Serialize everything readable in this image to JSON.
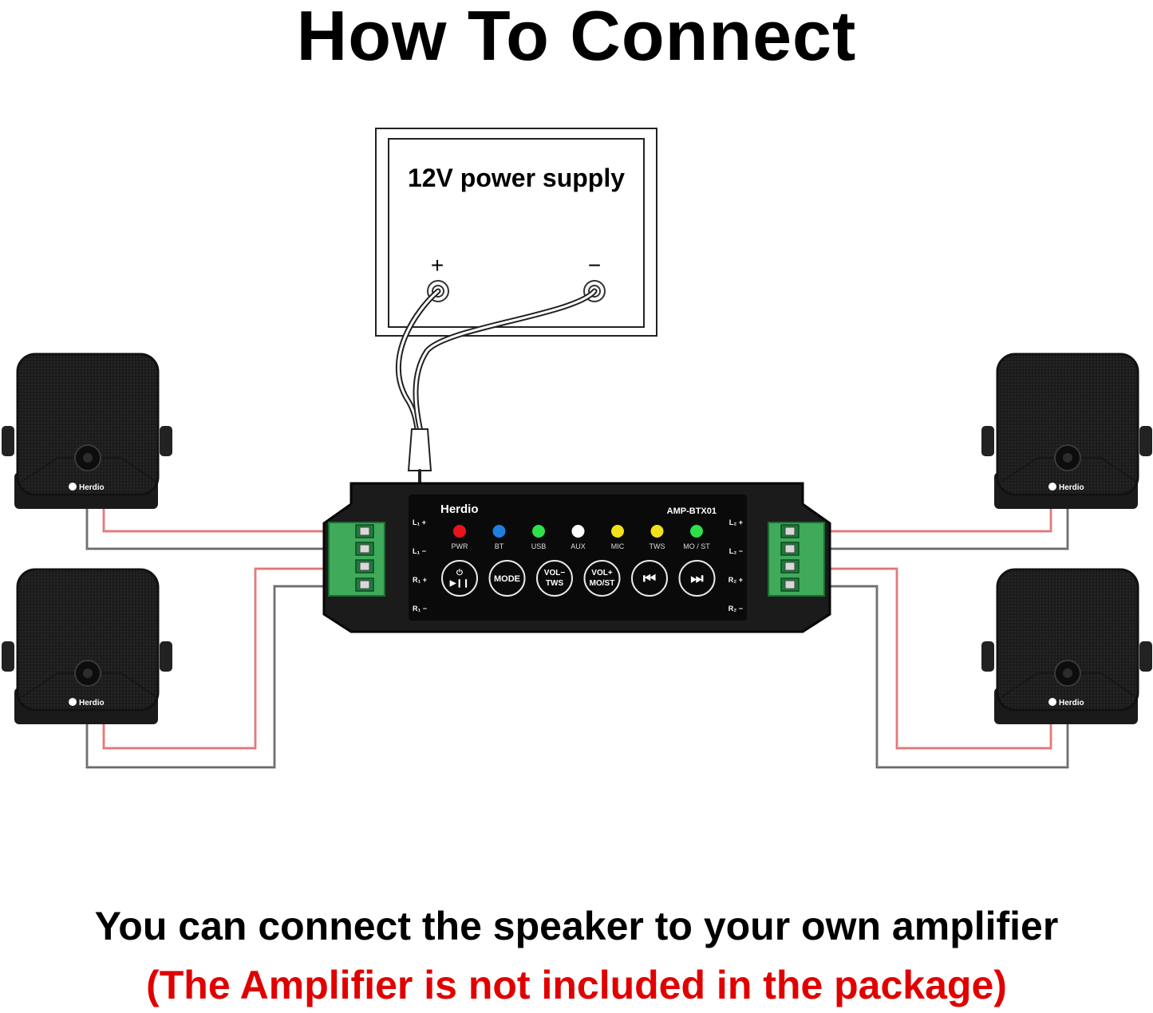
{
  "title": "How To Connect",
  "power_supply": {
    "label": "12V power supply",
    "plus": "+",
    "minus": "−"
  },
  "amplifier": {
    "brand": "Herdio",
    "model": "AMP-BTX01",
    "indicators": [
      {
        "label": "PWR",
        "color": "#e8141c"
      },
      {
        "label": "BT",
        "color": "#1f7fe0"
      },
      {
        "label": "USB",
        "color": "#2ee04a"
      },
      {
        "label": "AUX",
        "color": "#ffffff"
      },
      {
        "label": "MIC",
        "color": "#f2e01a"
      },
      {
        "label": "TWS",
        "color": "#f2e01a"
      },
      {
        "label": "MO / ST",
        "color": "#2ee04a"
      }
    ],
    "buttons": [
      {
        "line1": "⏻",
        "line2": "▶❙❙"
      },
      {
        "line1": "MODE",
        "line2": ""
      },
      {
        "line1": "VOL−",
        "line2": "TWS"
      },
      {
        "line1": "VOL+",
        "line2": "MO/ST"
      },
      {
        "line1": "⏮",
        "line2": ""
      },
      {
        "line1": "⏭",
        "line2": ""
      }
    ],
    "left_terminals": [
      "L₁ +",
      "L₁ −",
      "R₁ +",
      "R₁ −"
    ],
    "right_terminals": [
      "L₂ +",
      "L₂ −",
      "R₂ +",
      "R₂ −"
    ]
  },
  "speaker_logo": "Herdio",
  "colors": {
    "positive_wire": "#d42020",
    "negative_wire": "#111111",
    "terminal_green": "#3faa5a"
  },
  "caption": {
    "line1": "You can connect the speaker to your own amplifier",
    "line2": "(The Amplifier is not included in the package)"
  }
}
